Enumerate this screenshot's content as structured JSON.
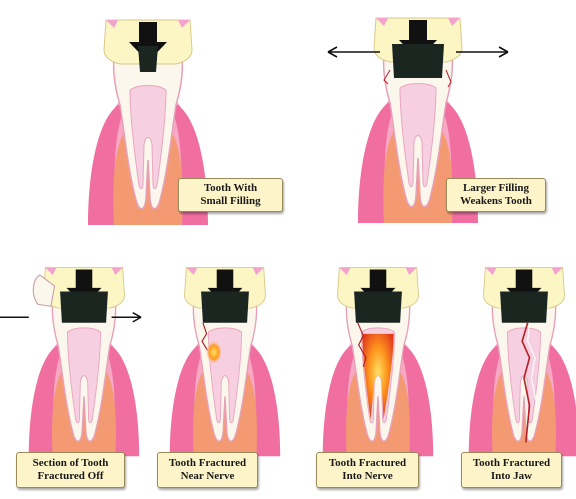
{
  "panels": [
    {
      "id": "small-filling",
      "line1": "Tooth With",
      "line2": "Small Filling"
    },
    {
      "id": "larger-filling",
      "line1": "Larger Filling",
      "line2": "Weakens Tooth"
    },
    {
      "id": "fractured-off",
      "line1": "Section of Tooth",
      "line2": "Fractured Off"
    },
    {
      "id": "near-nerve",
      "line1": "Tooth Fractured",
      "line2": "Near Nerve"
    },
    {
      "id": "into-nerve",
      "line1": "Tooth Fractured",
      "line2": "Into Nerve"
    },
    {
      "id": "into-jaw",
      "line1": "Tooth Fractured",
      "line2": "Into Jaw"
    }
  ],
  "colors": {
    "gum": "#f06fa0",
    "gum_light": "#f7a8c4",
    "bone": "#f49a72",
    "tooth": "#fbf7ec",
    "pulp": "#f6cfe0",
    "opposing_tooth": "#fbf6c4",
    "filling": "#1c2620",
    "crack": "#b4232a",
    "caption_bg": "#fdf4c9"
  }
}
